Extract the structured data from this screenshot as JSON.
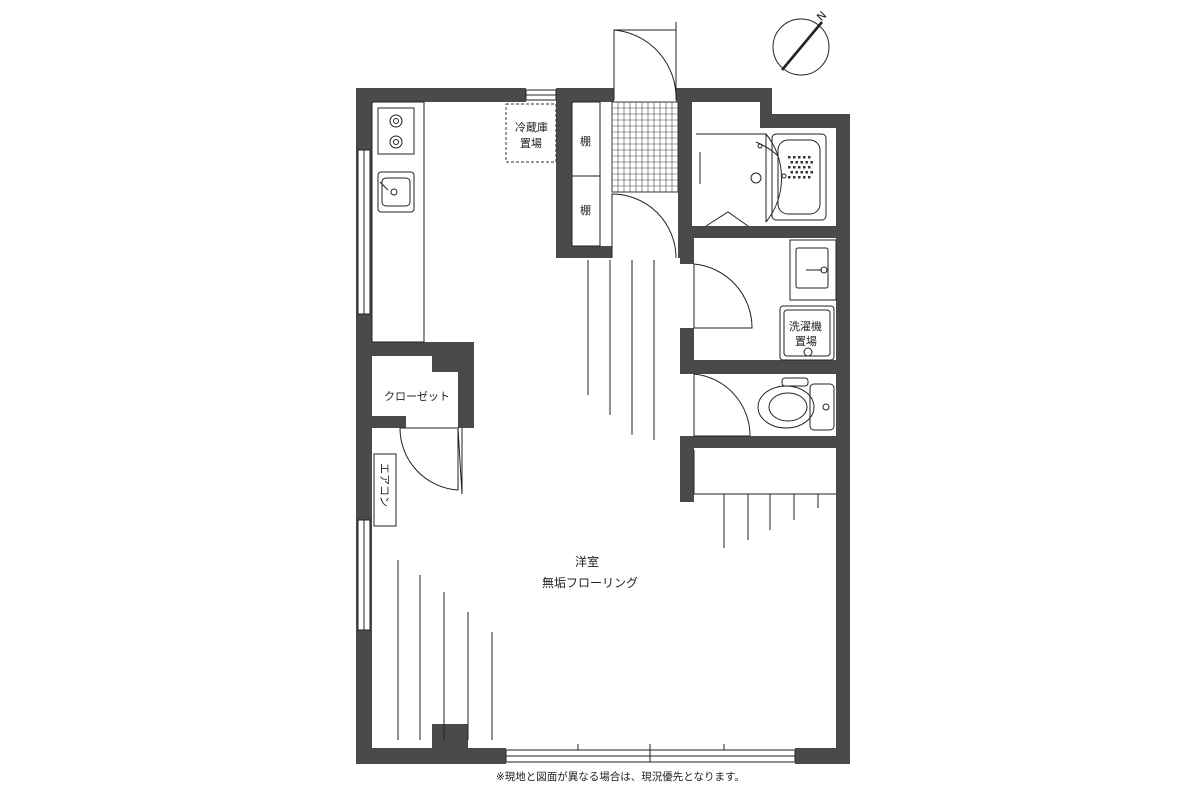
{
  "compass": {
    "north_label": "N"
  },
  "labels": {
    "fridge_line1": "冷蔵庫",
    "fridge_line2": "置場",
    "shelf_upper": "棚",
    "shelf_lower": "棚",
    "washer_line1": "洗濯機",
    "washer_line2": "置場",
    "closet": "クローゼット",
    "aircon": "エアコン",
    "room_name": "洋室",
    "room_floor": "無垢フローリング"
  },
  "note": "※現地と図面が異なる場合は、現況優先となります。"
}
